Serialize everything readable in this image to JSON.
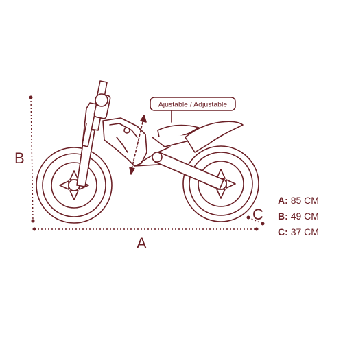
{
  "colors": {
    "ink": "#6b2026",
    "background": "#ffffff"
  },
  "labels": {
    "dimension_a": "A",
    "dimension_b": "B",
    "dimension_c": "C",
    "adjustable_tag": "Ajustable / Adjustable"
  },
  "legend": [
    {
      "key": "A",
      "value": "85 CM"
    },
    {
      "key": "B",
      "value": "49 CM"
    },
    {
      "key": "C",
      "value": "37 CM"
    }
  ]
}
